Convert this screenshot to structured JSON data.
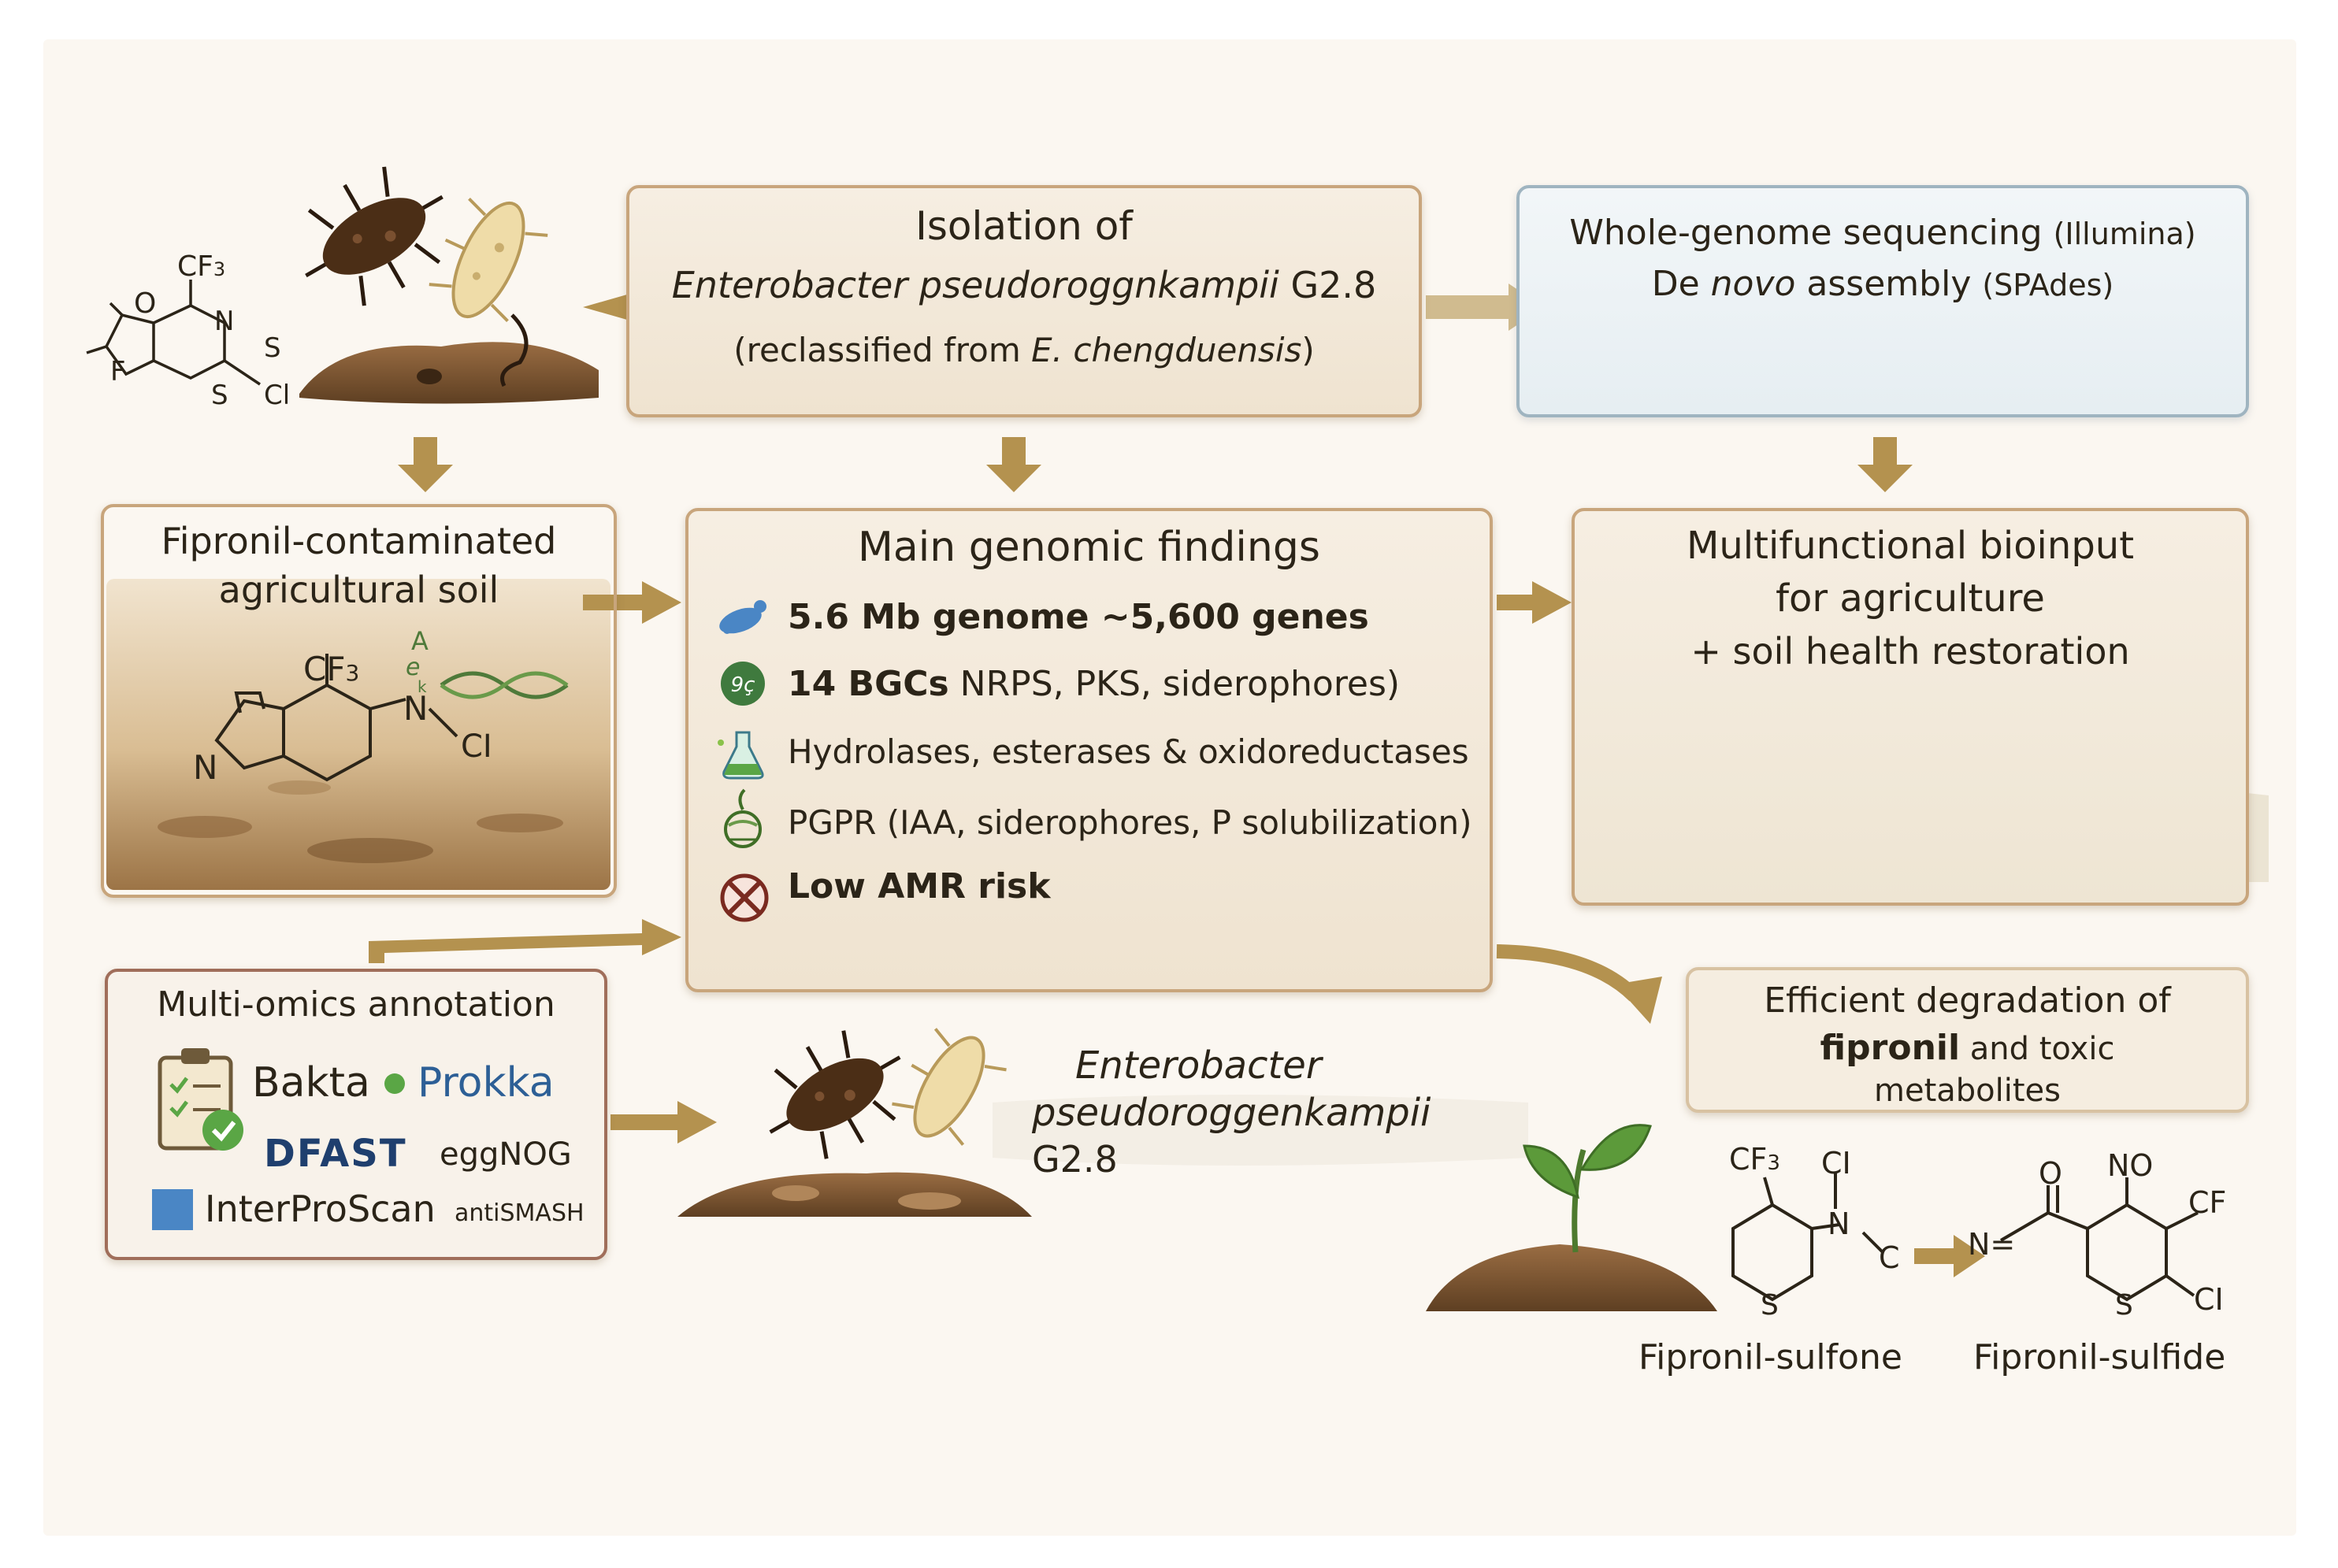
{
  "isolation": {
    "title": "Isolation of",
    "species": "Enterobacter pseudoroggnkampii",
    "strain": "G2.8",
    "note_prefix": "(reclassified from ",
    "note_species": "E. chengduensis",
    "note_suffix": ")"
  },
  "sequencing": {
    "line1_main": "Whole-genome sequencing",
    "line1_paren": "(Illumina)",
    "line2_de": "De ",
    "line2_novo": "novo",
    "line2_main": " assembly",
    "line2_paren": "(SPAdes)"
  },
  "soil": {
    "line1": "Fipronil-contaminated",
    "line2": "agricultural soil"
  },
  "findings": {
    "title": "Main genomic findings",
    "items": [
      {
        "bold": "5.6 Mb genome ~5,600 genes",
        "rest": ""
      },
      {
        "bold": "14 BGCs",
        "rest": " NRPS, PKS, siderophores)"
      },
      {
        "bold": "",
        "rest": "Hydrolases, esterases & oxidoreductases"
      },
      {
        "bold": "",
        "rest": "PGPR (IAA, siderophores, P solubilization)"
      },
      {
        "bold": "Low AMR risk",
        "rest": ""
      }
    ]
  },
  "bioinput": {
    "line1": "Multifunctional bioinput",
    "line2": "for agriculture",
    "line3": "+ soil health restoration"
  },
  "omics": {
    "title": "Multi-omics annotation",
    "tools": [
      "Bakta",
      "Prokka",
      "DFAST",
      "eggNOG",
      "InterProScan",
      "antiSMASH"
    ]
  },
  "strain_label": {
    "line1": "Enterobacter",
    "line2": "pseudoroggenkampii",
    "line3": "G2.8"
  },
  "degradation": {
    "line1": "Efficient degradation of",
    "line2_bold": "fipronil",
    "line2_rest": " and toxic",
    "line3": "metabolites",
    "product1": "Fipronil-sulfone",
    "product2": "Fipronil-sulfide"
  },
  "chem": {
    "cf3": "CF",
    "sub3": "3",
    "o": "O",
    "n": "N",
    "s": "S",
    "f": "F",
    "cl": "Cl",
    "cl_caps": "CI",
    "no": "NO",
    "cf_trunc": "CF",
    "n_eq": "N=",
    "c": "C",
    "a": "A",
    "e": "e",
    "k": "k"
  },
  "colors": {
    "arrow": "#b4924f",
    "box_border": "#c8a57c",
    "blue_border": "#9fb4c0",
    "prokka_blue": "#2d5f96",
    "leaf_green": "#4f8a36"
  }
}
